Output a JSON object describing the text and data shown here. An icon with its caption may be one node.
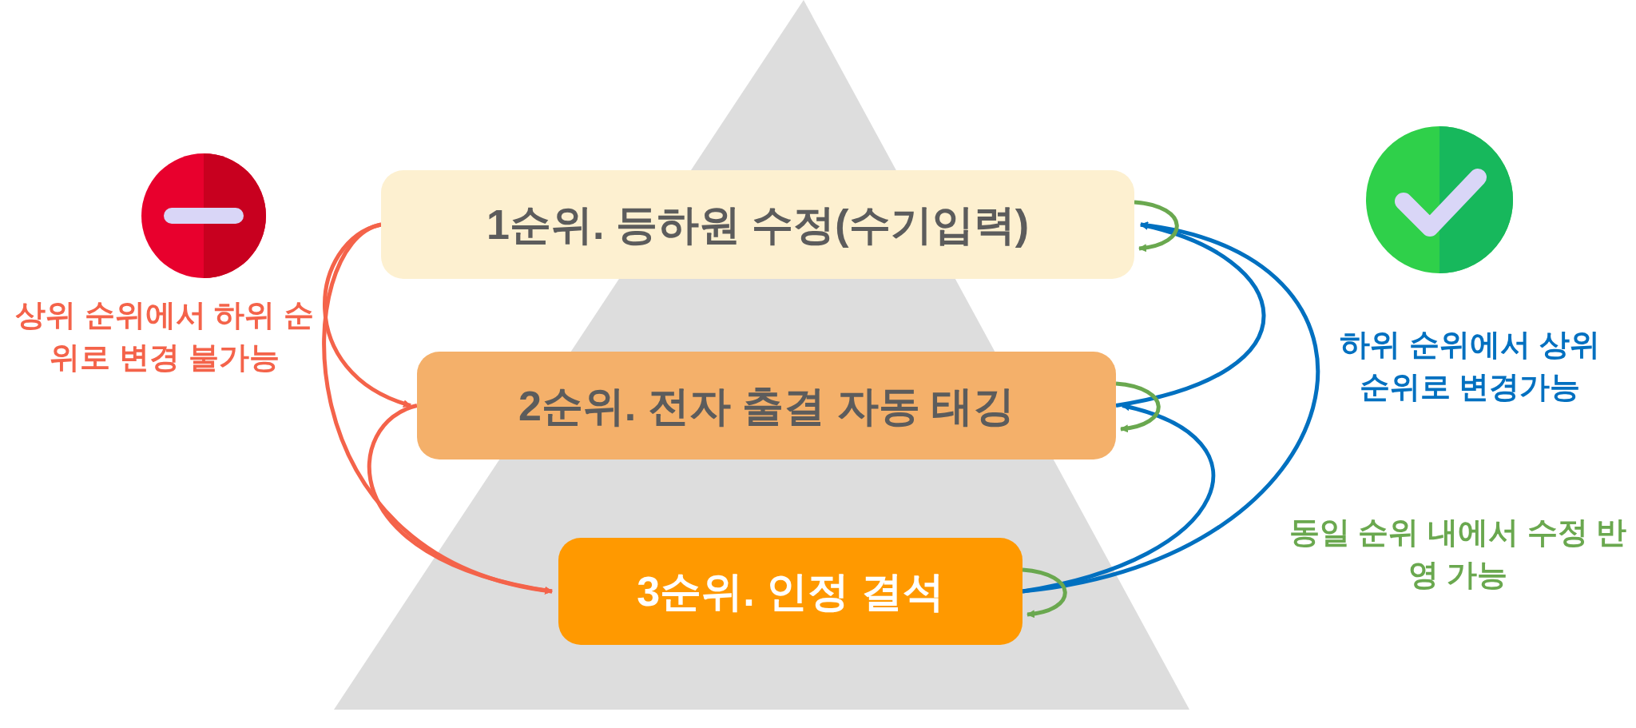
{
  "diagram": {
    "nodes": [
      {
        "text": [
          "1순위. 등하원 수정(수기입력)"
        ]
      },
      {
        "text": [
          "2순위. 전자 출결 자동 태깅"
        ]
      },
      {
        "text": [
          "3순위. 인정 결석"
        ]
      }
    ],
    "edges": [
      {
        "from": 0,
        "to": 1,
        "arrow": "to",
        "color": "#f4634a"
      },
      {
        "from": 0,
        "to": 2,
        "arrow": "to",
        "color": "#f4634a"
      },
      {
        "from": 1,
        "to": 2,
        "arrow": "to",
        "color": "#f4634a"
      },
      {
        "from": 1,
        "to": 0,
        "arrow": "to",
        "color": "#0070c0"
      },
      {
        "from": 2,
        "to": 0,
        "arrow": "to",
        "color": "#0070c0"
      },
      {
        "from": 2,
        "to": 1,
        "arrow": "to",
        "color": "#0070c0"
      },
      {
        "from": 0,
        "to": 0,
        "arrow": "to",
        "color": "#6aa84f"
      },
      {
        "from": 1,
        "to": 1,
        "arrow": "to",
        "color": "#6aa84f"
      },
      {
        "from": 2,
        "to": 2,
        "arrow": "to",
        "color": "#6aa84f"
      }
    ],
    "labels": [
      "상위 순위에서 하위 순위로 변경 불가능",
      "하위 순위에서 상위 순위로 변경가능",
      "동일 순위 내에서 수정 반영 가능"
    ]
  }
}
